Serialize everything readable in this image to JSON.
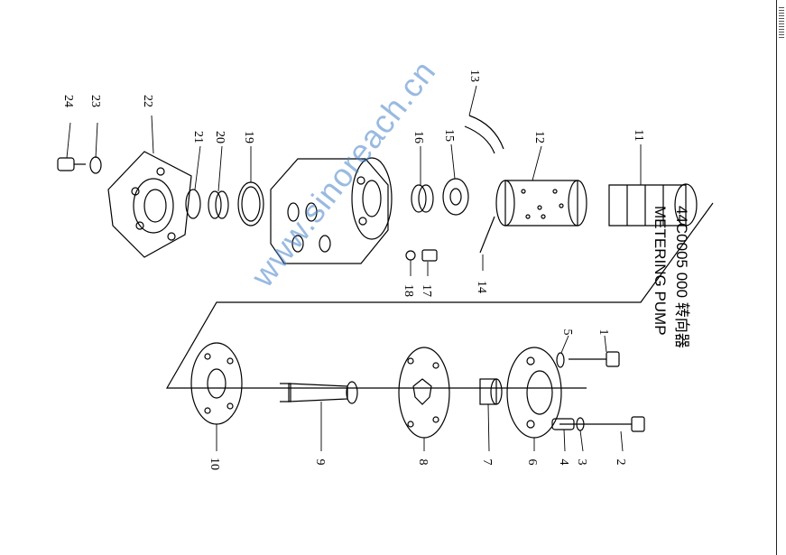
{
  "title": {
    "code_cn": "44C0005 000  转向器",
    "name_en": "METERING PUMP"
  },
  "watermark": "www.sinoreach.cn",
  "part_numbers": [
    "1",
    "2",
    "3",
    "4",
    "5",
    "6",
    "7",
    "8",
    "9",
    "10",
    "11",
    "12",
    "13",
    "14",
    "15",
    "16",
    "17",
    "18",
    "19",
    "20",
    "21",
    "22",
    "23",
    "24"
  ],
  "colors": {
    "ink": "#000000",
    "watermark": "#4682c8"
  }
}
